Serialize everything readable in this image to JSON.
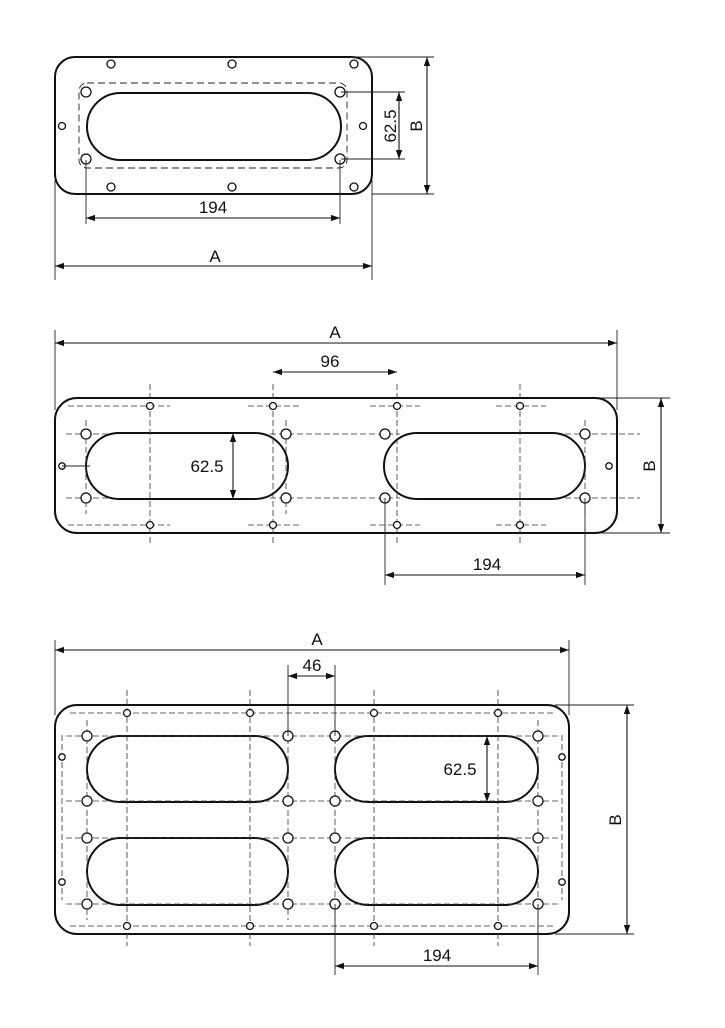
{
  "drawings": [
    {
      "labels": {
        "width_overall": "A",
        "height_overall": "B",
        "slot_length": "194",
        "slot_height": "62.5"
      }
    },
    {
      "labels": {
        "width_overall": "A",
        "height_overall": "B",
        "slot_spacing": "96",
        "slot_height": "62.5",
        "slot_length": "194"
      }
    },
    {
      "labels": {
        "width_overall": "A",
        "height_overall": "B",
        "slot_spacing": "46",
        "slot_height": "62.5",
        "slot_length": "194"
      }
    }
  ]
}
